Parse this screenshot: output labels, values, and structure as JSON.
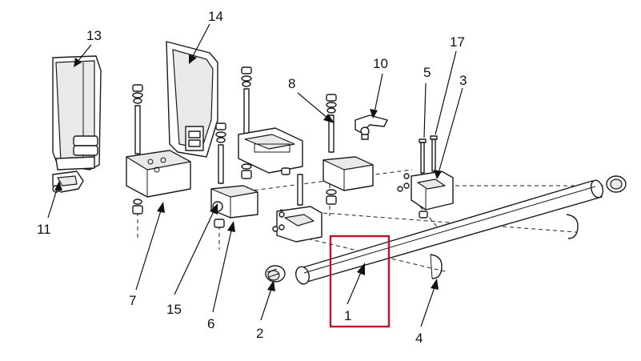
{
  "diagram": {
    "labels": {
      "l1": "1",
      "l2": "2",
      "l3": "3",
      "l4": "4",
      "l5": "5",
      "l6": "6",
      "l7": "7",
      "l8": "8",
      "l10": "10",
      "l11": "11",
      "l13": "13",
      "l14": "14",
      "l15": "15",
      "l17": "17"
    },
    "highlight_color": "#c8102e",
    "highlighted_part": "1"
  }
}
